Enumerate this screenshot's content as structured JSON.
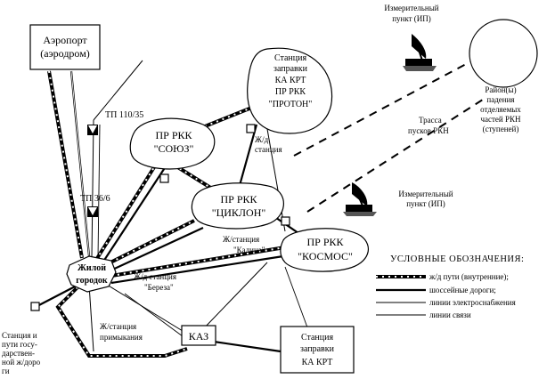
{
  "nodes": {
    "airport": {
      "line1": "Аэропорт",
      "line2": "(аэродром)"
    },
    "fuel_station_top": {
      "line1": "Станция",
      "line2": "заправки",
      "line3": "КА КРТ",
      "line4": "ПР РКК",
      "line5": "\"ПРОТОН\""
    },
    "soyuz": {
      "line1": "ПР РКК",
      "line2": "\"СОЮЗ\""
    },
    "cyclone": {
      "line1": "ПР РКК",
      "line2": "\"ЦИКЛОН\""
    },
    "cosmos": {
      "line1": "ПР РКК",
      "line2": "\"КОСМОС\""
    },
    "living_town": {
      "line1": "Жилой",
      "line2": "городок"
    },
    "kaz": {
      "label": "КАЗ"
    },
    "fuel_station_bottom": {
      "line1": "Станция",
      "line2": "заправки",
      "line3": "КА КРТ"
    },
    "measure_point_top": {
      "line1": "Измерительный",
      "line2": "пункт (ИП)"
    },
    "measure_point_bottom": {
      "line1": "Измерительный",
      "line2": "пункт (ИП)"
    },
    "fall_area": {
      "line1": "Район(ы)",
      "line2": "падения",
      "line3": "отделяемых",
      "line4": "частей РКН",
      "line5": "(ступеней)"
    }
  },
  "labels": {
    "tp_110": "ТП 110/35",
    "tp_36": "ТП 36/6",
    "rail_station": {
      "line1": "Ж/д",
      "line2": "станция"
    },
    "station_kalina": {
      "line1": "Ж/станция",
      "line2": "\"Калина\""
    },
    "station_bereza": {
      "line1": "Ж/д станция",
      "line2": "\"Береза\""
    },
    "station_junction": {
      "line1": "Ж/станция",
      "line2": "примыкания"
    },
    "state_rail": {
      "line1": "Станция и",
      "line2": "пути госу-",
      "line3": "дарствен-",
      "line4": "ной ж/доро",
      "line5": "ги"
    },
    "launch_track": {
      "line1": "Трасса",
      "line2": "пусков РКН"
    }
  },
  "legend": {
    "title": "УСЛОВНЫЕ  ОБОЗНАЧЕНИЯ:",
    "items": [
      {
        "label": "ж/д пути (внутренние);",
        "type": "rail"
      },
      {
        "label": "шоссейные дороги;",
        "type": "road"
      },
      {
        "label": "линии электроснабжения",
        "type": "power"
      },
      {
        "label": "линии связи",
        "type": "comm"
      }
    ]
  }
}
